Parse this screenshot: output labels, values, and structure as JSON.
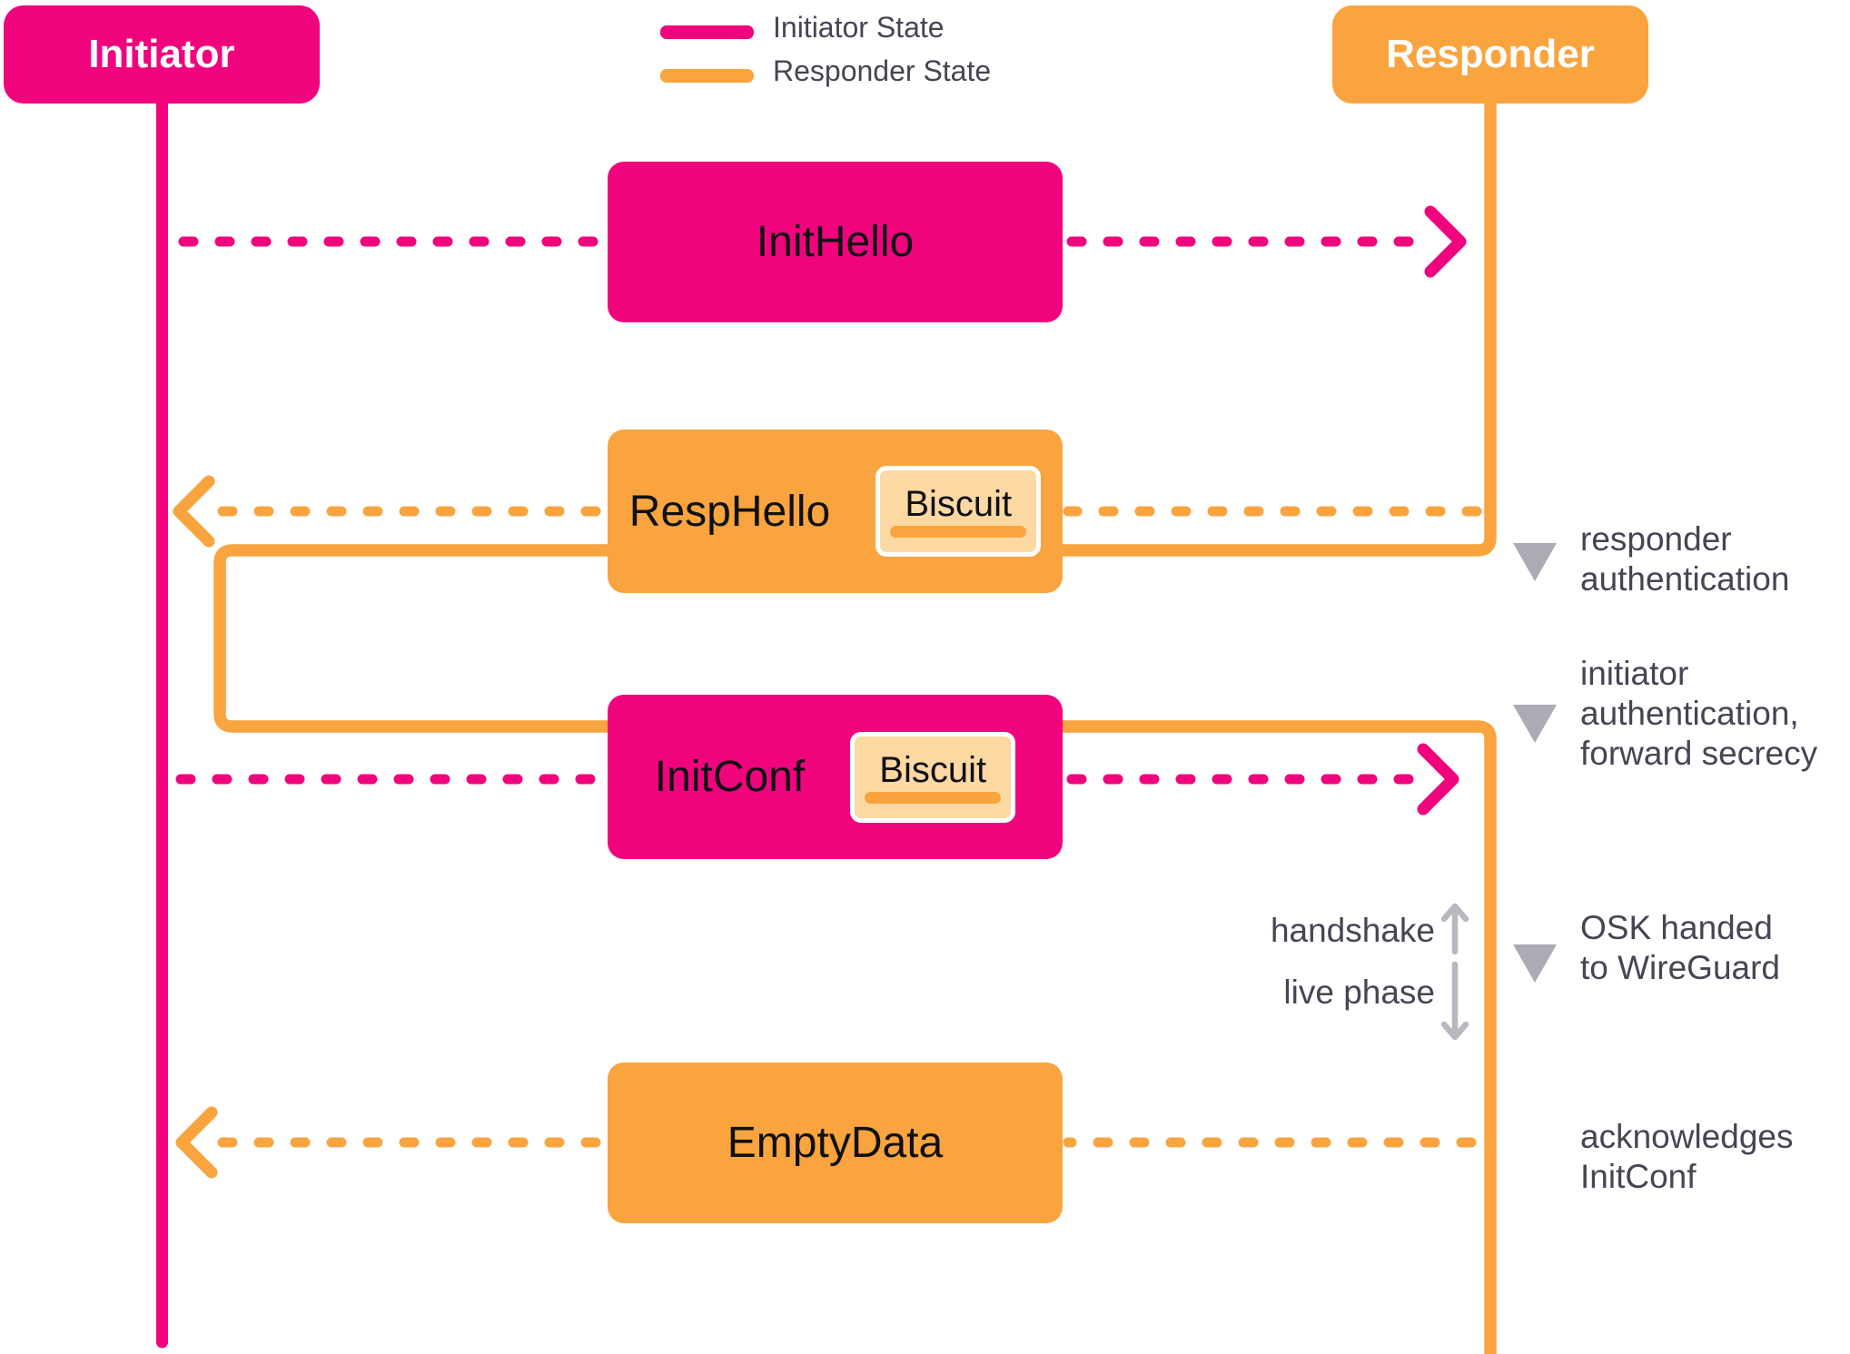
{
  "colors": {
    "initiator_pink": "#F0047E",
    "responder_orange": "#F9A43E",
    "biscuit_fill": "#FCD8A3",
    "biscuit_border": "#FFFFFF",
    "box_label_text": "#101014",
    "annotation_text": "#464554",
    "marker_triangle_gray": "#ACABB3",
    "phase_arrow_gray": "#B9B8C1"
  },
  "actors": {
    "initiator": {
      "label": "Initiator"
    },
    "responder": {
      "label": "Responder"
    }
  },
  "legend": {
    "initiator_state": "Initiator State",
    "responder_state": "Responder State"
  },
  "messages": {
    "init_hello": {
      "label": "InitHello",
      "from": "initiator",
      "to": "responder"
    },
    "resp_hello": {
      "label": "RespHello",
      "from": "responder",
      "to": "initiator",
      "biscuit": "Biscuit"
    },
    "init_conf": {
      "label": "InitConf",
      "from": "initiator",
      "to": "responder",
      "biscuit": "Biscuit"
    },
    "empty_data": {
      "label": "EmptyData",
      "from": "responder",
      "to": "initiator"
    }
  },
  "annotations": {
    "responder_auth": {
      "line1": "responder",
      "line2": "authentication"
    },
    "initiator_auth": {
      "line1": "initiator",
      "line2": "authentication,",
      "line3": "forward secrecy"
    },
    "osk": {
      "line1": "OSK handed",
      "line2": "to WireGuard"
    },
    "ack": {
      "line1": "acknowledges",
      "line2": "InitConf"
    },
    "handshake": "handshake",
    "live_phase": "live phase"
  }
}
